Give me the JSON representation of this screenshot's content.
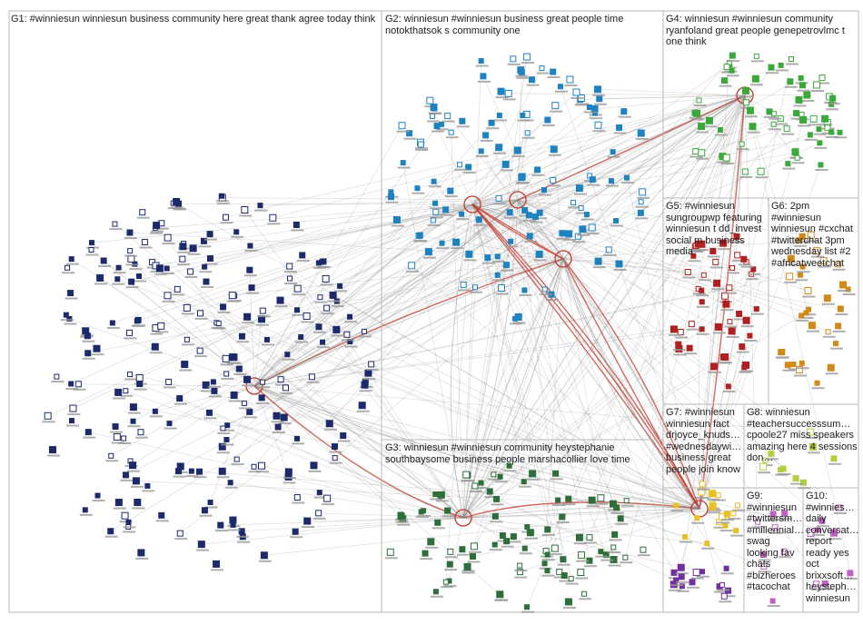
{
  "groups": [
    {
      "id": "G1",
      "label": "G1: #winniesun winniesun business community here great thank agree today think",
      "color": "#1c2a6b"
    },
    {
      "id": "G2",
      "label": "G2: winniesun #winniesun business great people time notokthatsok s community one",
      "color": "#1f82c0"
    },
    {
      "id": "G3",
      "label": "G3: winniesun #winniesun community heystephanie southbaysome business people marshacollier love time",
      "color": "#2e6e3a"
    },
    {
      "id": "G4",
      "label": "G4: winniesun #winniesun community ryanfoland great people genepetrovlmc t one think",
      "color": "#3aa83a"
    },
    {
      "id": "G5",
      "label": "G5: #winniesun sungroupwp featuring winniesun t dd_invest social m business media",
      "color": "#b02020"
    },
    {
      "id": "G6",
      "label": "G6: 2pm #winniesun winniesun #cxchat #twitterchat 3pm wednesday list #2 #africatweetchat",
      "color": "#d08a1a"
    },
    {
      "id": "G7",
      "label": "G7: #winniesun winniesun fact drjoyce_knuds… #wednesdaywi… business great people join know",
      "color": "#e8c020"
    },
    {
      "id": "G8",
      "label": "G8: winniesun #teachersuccesssum… cpoole27 miss speakers amazing here 4 sessions don…",
      "color": "#b0d040"
    },
    {
      "id": "G9",
      "label": "G9: #winniesun #twittersm… #millennial… swag looking fav chats #bizheroes #tacochat",
      "color": "#7030a0"
    },
    {
      "id": "G10",
      "label": "G10: #winnies… daily conversat… report ready yes oct brixxsoft… heysteph… winniesun",
      "color": "#c060c0"
    }
  ],
  "edge_colors": {
    "normal": "#8a8a8a",
    "strong": "#c0392b"
  }
}
